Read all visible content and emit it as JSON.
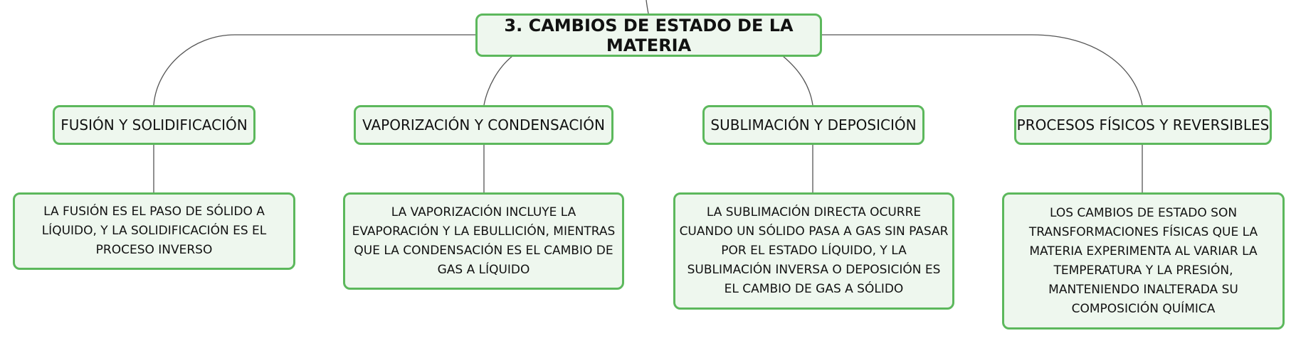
{
  "root": {
    "label": "3. CAMBIOS DE ESTADO DE LA MATERIA"
  },
  "topics": [
    {
      "label": "FUSIÓN Y SOLIDIFICACIÓN"
    },
    {
      "label": "VAPORIZACIÓN Y CONDENSACIÓN"
    },
    {
      "label": "SUBLIMACIÓN Y DEPOSICIÓN"
    },
    {
      "label": "PROCESOS FÍSICOS Y REVERSIBLES"
    }
  ],
  "details": [
    {
      "text": "LA FUSIÓN ES EL PASO DE SÓLIDO A LÍQUIDO, Y LA SOLIDIFICACIÓN ES EL PROCESO INVERSO"
    },
    {
      "text": "LA VAPORIZACIÓN INCLUYE LA EVAPORACIÓN Y LA EBULLICIÓN, MIENTRAS QUE LA CONDENSACIÓN ES EL CAMBIO DE GAS A LÍQUIDO"
    },
    {
      "text": "LA SUBLIMACIÓN DIRECTA OCURRE CUANDO UN SÓLIDO PASA A GAS SIN PASAR POR EL ESTADO LÍQUIDO, Y LA SUBLIMACIÓN INVERSA O DEPOSICIÓN ES EL CAMBIO DE GAS A SÓLIDO"
    },
    {
      "text": "LOS CAMBIOS DE ESTADO SON TRANSFORMACIONES FÍSICAS QUE LA MATERIA EXPERIMENTA AL VARIAR LA TEMPERATURA Y LA PRESIÓN, MANTENIENDO INALTERADA SU COMPOSICIÓN QUÍMICA"
    }
  ],
  "colors": {
    "border": "#5cb85c",
    "fill": "#eef7ee",
    "line": "#555555"
  }
}
